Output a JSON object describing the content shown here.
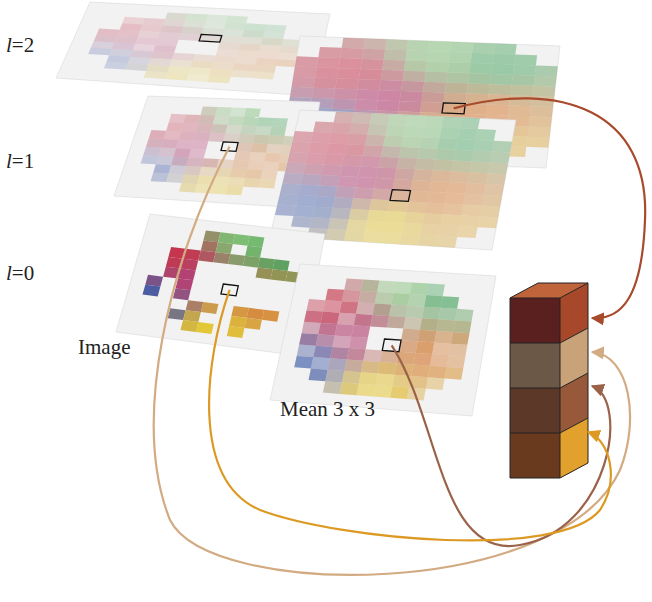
{
  "diagram": {
    "labels": [
      "l=2",
      "l=1",
      "l=0",
      "Image",
      "Mean 3 x 3"
    ]
  }
}
